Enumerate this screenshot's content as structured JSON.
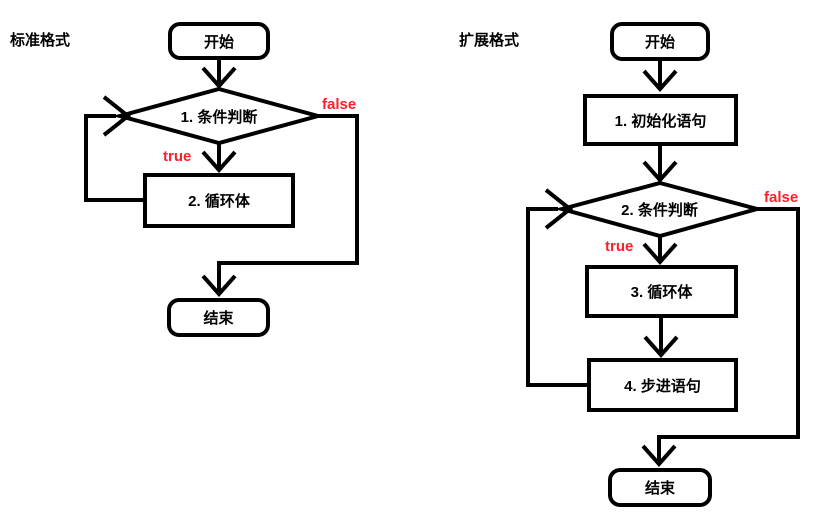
{
  "colors": {
    "stroke": "#000000",
    "edge_label": "#ff1f2b",
    "background": "#ffffff"
  },
  "standard": {
    "title": "标准格式",
    "nodes": {
      "start": "开始",
      "condition": "1. 条件判断",
      "body": "2. 循环体",
      "end": "结束"
    },
    "labels": {
      "true": "true",
      "false": "false"
    }
  },
  "extended": {
    "title": "扩展格式",
    "nodes": {
      "start": "开始",
      "init": "1. 初始化语句",
      "condition": "2. 条件判断",
      "body": "3. 循环体",
      "step": "4. 步进语句",
      "end": "结束"
    },
    "labels": {
      "true": "true",
      "false": "false"
    }
  }
}
